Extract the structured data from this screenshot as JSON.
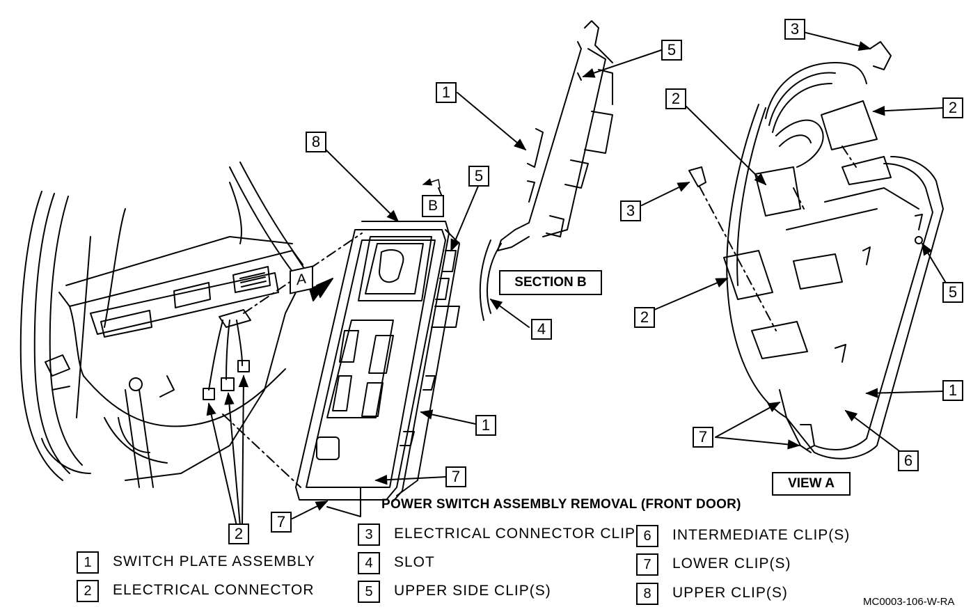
{
  "title": "POWER SWITCH ASSEMBLY REMOVAL (FRONT DOOR)",
  "view_labels": {
    "view_a": "VIEW A",
    "section_b": "SECTION B",
    "marker_a": "A",
    "marker_b": "B"
  },
  "callouts": {
    "c1a": "1",
    "c1b": "1",
    "c1c": "1",
    "c2a": "2",
    "c2b": "2",
    "c2c": "2",
    "c2d": "2",
    "c3a": "3",
    "c3b": "3",
    "c4a": "4",
    "c5a": "5",
    "c5b": "5",
    "c5c": "5",
    "c6a": "6",
    "c7a": "7",
    "c7b": "7",
    "c7c": "7",
    "c8a": "8"
  },
  "legend": [
    {
      "num": "1",
      "text": "SWITCH PLATE ASSEMBLY"
    },
    {
      "num": "2",
      "text": "ELECTRICAL CONNECTOR"
    },
    {
      "num": "3",
      "text": "ELECTRICAL CONNECTOR CLIP"
    },
    {
      "num": "4",
      "text": "SLOT"
    },
    {
      "num": "5",
      "text": "UPPER SIDE CLIP(S)"
    },
    {
      "num": "6",
      "text": "INTERMEDIATE CLIP(S)"
    },
    {
      "num": "7",
      "text": "LOWER CLIP(S)"
    },
    {
      "num": "8",
      "text": "UPPER CLIP(S)"
    }
  ],
  "figure_code": "MC0003-106-W-RA"
}
